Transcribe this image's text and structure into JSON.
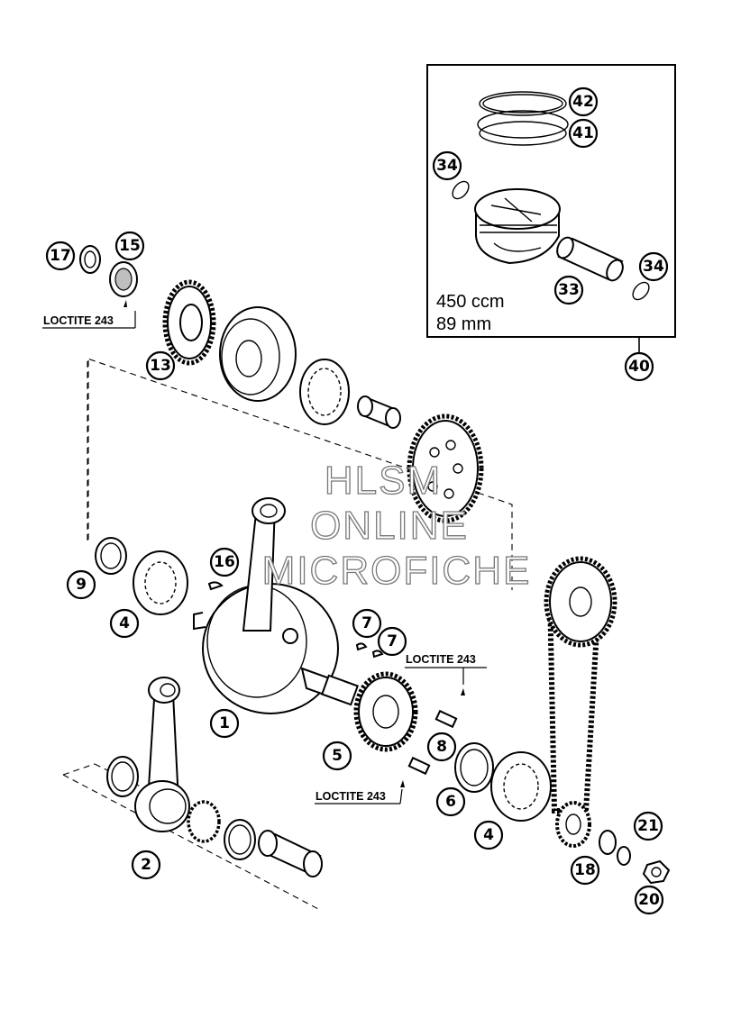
{
  "inset_box": {
    "spec_lines": [
      "450 ccm",
      "89 mm"
    ],
    "assembly_callout": "40"
  },
  "loctite_labels": [
    "LOCTITE 243",
    "LOCTITE 243",
    "LOCTITE 243"
  ],
  "watermark": [
    "HLSM",
    "ONLINE",
    "MICROFICHE"
  ],
  "callouts": [
    {
      "id": "c42",
      "text": "42"
    },
    {
      "id": "c41",
      "text": "41"
    },
    {
      "id": "c34a",
      "text": "34"
    },
    {
      "id": "c34b",
      "text": "34"
    },
    {
      "id": "c33",
      "text": "33"
    },
    {
      "id": "c40",
      "text": "40"
    },
    {
      "id": "c17",
      "text": "17"
    },
    {
      "id": "c15",
      "text": "15"
    },
    {
      "id": "c13",
      "text": "13"
    },
    {
      "id": "c16",
      "text": "16"
    },
    {
      "id": "c9",
      "text": "9"
    },
    {
      "id": "c4a",
      "text": "4"
    },
    {
      "id": "c7a",
      "text": "7"
    },
    {
      "id": "c7b",
      "text": "7"
    },
    {
      "id": "c1",
      "text": "1"
    },
    {
      "id": "c5",
      "text": "5"
    },
    {
      "id": "c8",
      "text": "8"
    },
    {
      "id": "c6",
      "text": "6"
    },
    {
      "id": "c4b",
      "text": "4"
    },
    {
      "id": "c2",
      "text": "2"
    },
    {
      "id": "c21",
      "text": "21"
    },
    {
      "id": "c18",
      "text": "18"
    },
    {
      "id": "c20",
      "text": "20"
    }
  ]
}
